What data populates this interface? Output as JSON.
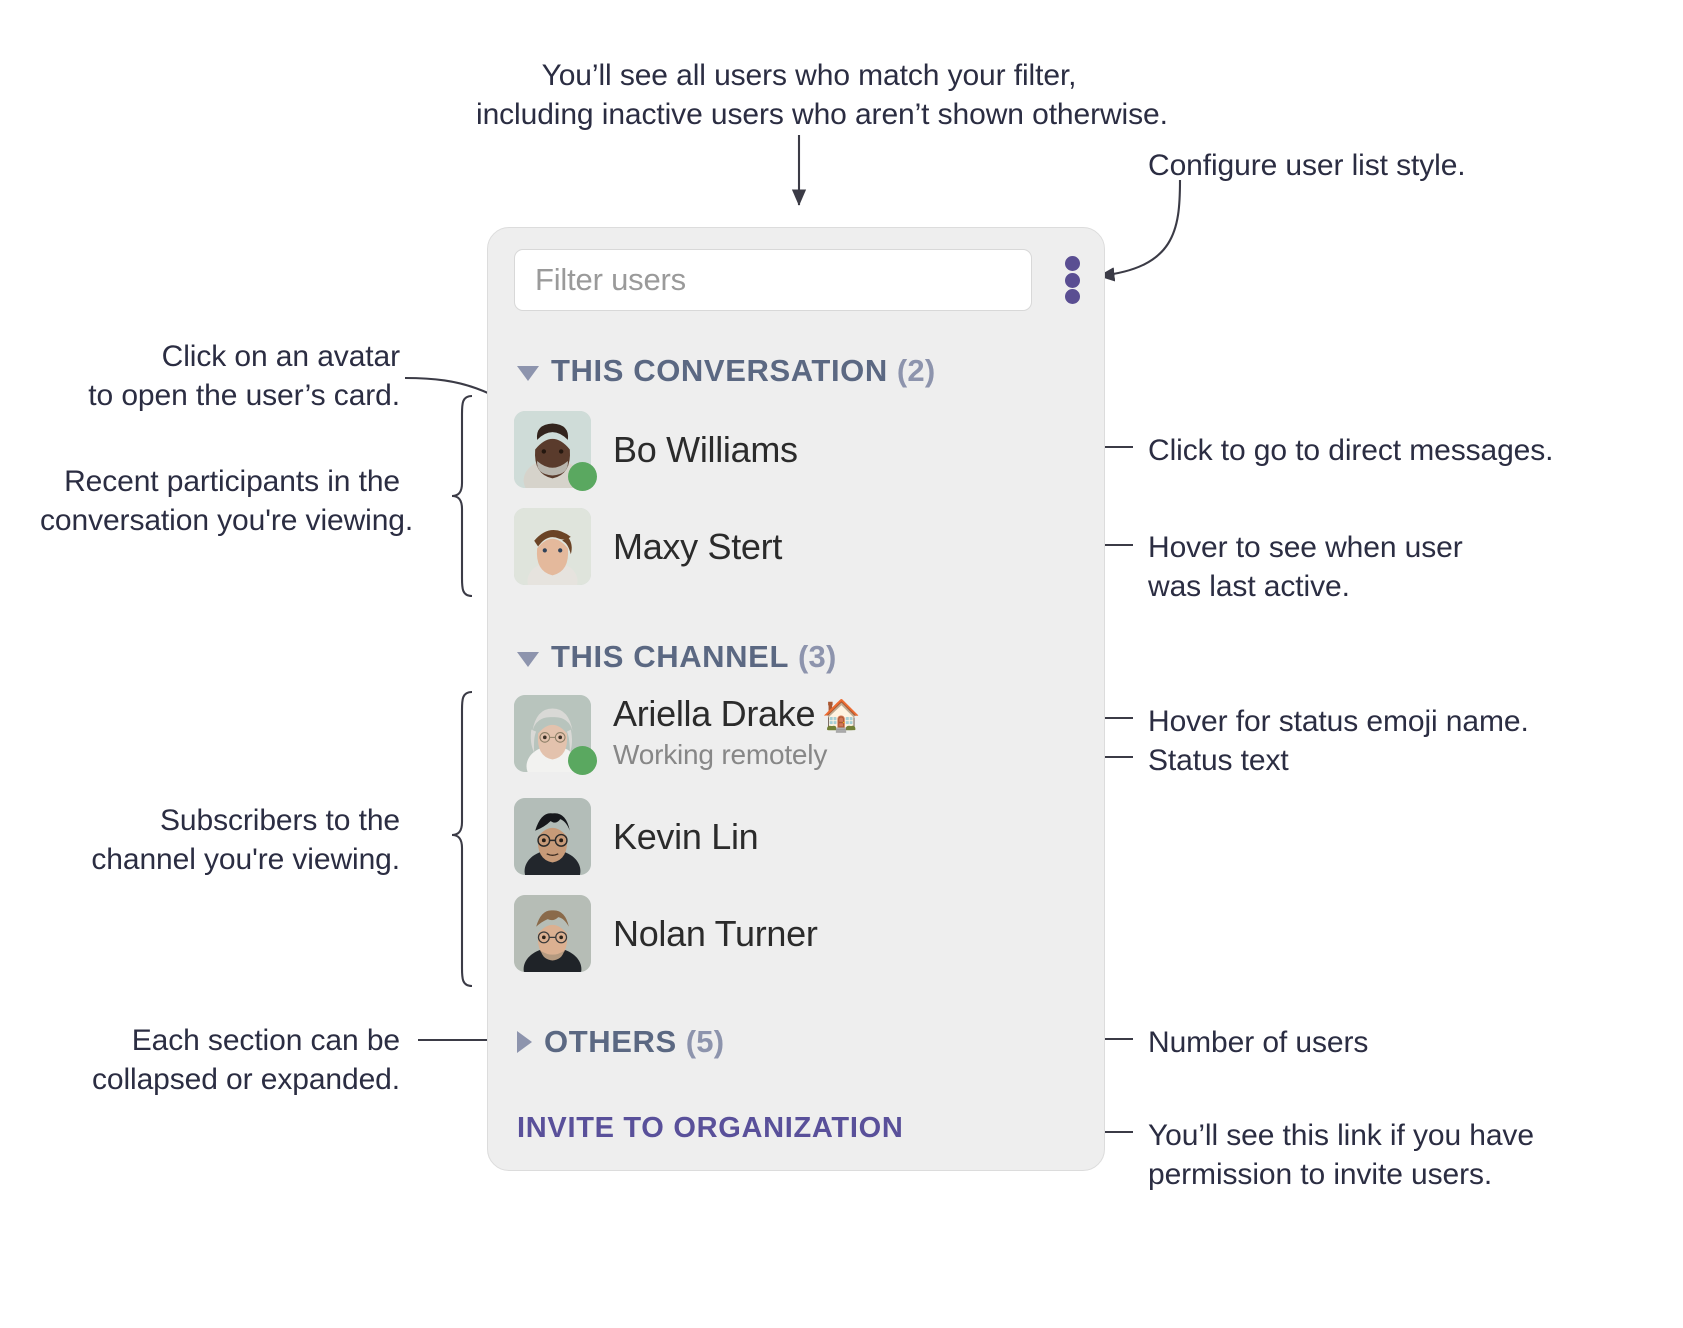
{
  "panel": {
    "search": {
      "placeholder": "Filter users",
      "value": ""
    },
    "menu_icon": "kebab-menu-icon",
    "sections": [
      {
        "id": "this-conversation",
        "label": "THIS CONVERSATION",
        "count": "(2)",
        "expanded": true,
        "chevron": "triangle-down-icon",
        "users": [
          {
            "name": "Bo Williams",
            "status_emoji": "",
            "status_text": "",
            "presence": "active"
          },
          {
            "name": "Maxy Stert",
            "status_emoji": "",
            "status_text": "",
            "presence": "none"
          }
        ]
      },
      {
        "id": "this-channel",
        "label": "THIS CHANNEL",
        "count": "(3)",
        "expanded": true,
        "chevron": "triangle-down-icon",
        "users": [
          {
            "name": "Ariella Drake",
            "status_emoji": "🏠",
            "status_text": "Working remotely",
            "presence": "active"
          },
          {
            "name": "Kevin Lin",
            "status_emoji": "",
            "status_text": "",
            "presence": "none"
          },
          {
            "name": "Nolan Turner",
            "status_emoji": "",
            "status_text": "",
            "presence": "none"
          }
        ]
      },
      {
        "id": "others",
        "label": "OTHERS",
        "count": "(5)",
        "expanded": false,
        "chevron": "triangle-right-icon",
        "users": []
      }
    ],
    "invite_link": "INVITE TO ORGANIZATION"
  },
  "annotations": {
    "filter_users": "You’ll see all users who match your filter,\nincluding inactive users who aren’t shown otherwise.",
    "configure_list": "Configure user list style.",
    "click_avatar": "Click on an avatar\nto open the user’s card.",
    "recent_participants": "Recent participants in the\nconversation you're viewing.",
    "subscribers": "Subscribers to the\nchannel you're viewing.",
    "each_section": "Each section can be\ncollapsed or expanded.",
    "direct_messages": "Click to go to direct messages.",
    "last_active": "Hover to see when user\nwas last active.",
    "status_emoji_name": "Hover for status emoji name.",
    "status_text": "Status text",
    "number_of_users": "Number of users",
    "invite_permission": "You’ll see this link if you have\npermission to invite users."
  },
  "colors": {
    "panel_bg": "#eeeeee",
    "section_label": "#5b6882",
    "section_count": "#8d94ad",
    "accent_purple": "#59509a",
    "kebab_purple": "#5a4e92",
    "presence_green": "#5aa860",
    "annotation_text": "#2b2d42",
    "status_text": "#878787",
    "connector": "#3b3b46"
  }
}
